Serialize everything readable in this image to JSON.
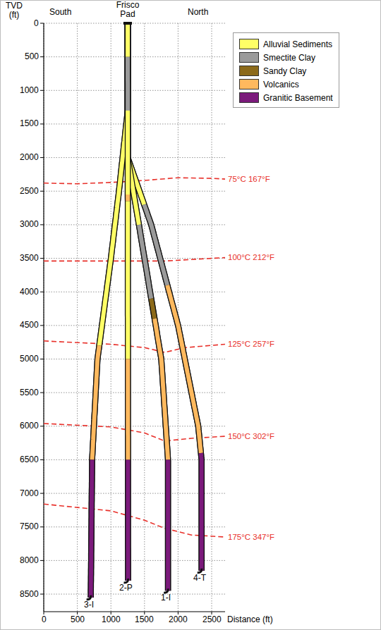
{
  "diagram": {
    "labels": [
      "TVD (ft)",
      "South",
      "Frisco Pad",
      "North",
      "0",
      "500",
      "1000",
      "1500",
      "2000",
      "2500",
      "3000",
      "3500",
      "4000",
      "4500",
      "5000",
      "5500",
      "6000",
      "6500",
      "7000",
      "7500",
      "8000",
      "8500",
      "75°C 167°F",
      "100°C 212°F",
      "125°C 257°F",
      "150°C 302°F",
      "175°C 347°F",
      "3-I",
      "2-P",
      "1-I",
      "4-T",
      "0",
      "500",
      "1000",
      "1500",
      "2000",
      "2500",
      "Distance (ft)"
    ],
    "legend": [
      {
        "text": "Alluvial Sediments",
        "color": "#ffff66"
      },
      {
        "text": "Smectite Clay",
        "color": "#9a9a9a"
      },
      {
        "text": "Sandy Clay",
        "color": "#8c6a1a"
      },
      {
        "text": "Volcanics",
        "color": "#ffb95e"
      },
      {
        "text": "Granitic Basement",
        "color": "#7b1a7b"
      }
    ]
  }
}
